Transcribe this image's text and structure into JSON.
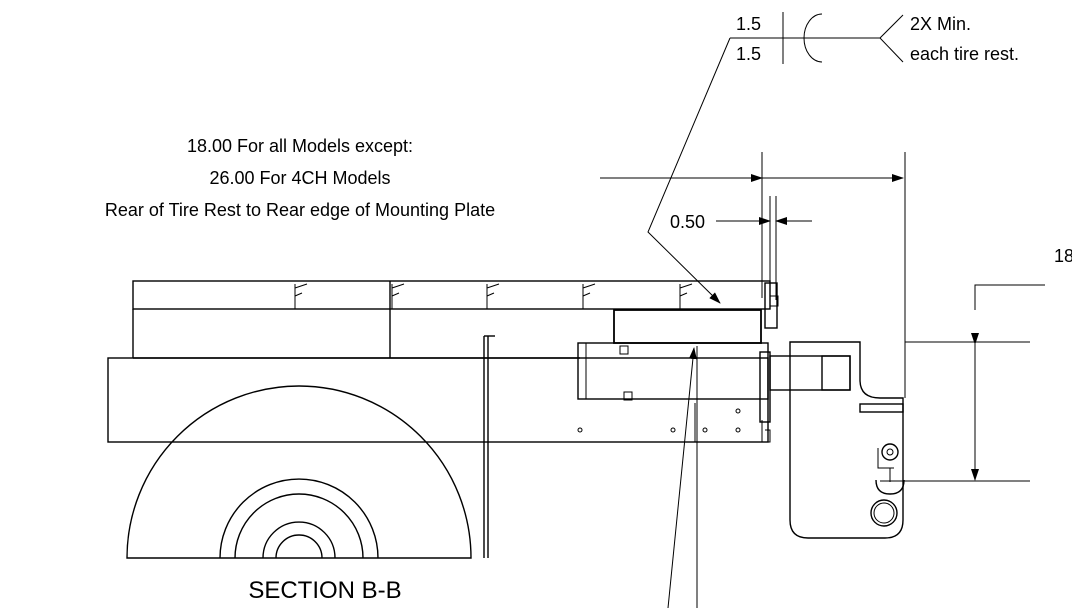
{
  "weld_symbol": {
    "top_value": "1.5",
    "bottom_value": "1.5",
    "note_line1": "2X Min.",
    "note_line2": "each tire rest."
  },
  "dimension_note": {
    "line1": "18.00 For all Models except:",
    "line2": "26.00 For 4CH Models",
    "line3": "Rear of Tire Rest to Rear edge of Mounting Plate"
  },
  "gap_dimension": "0.50",
  "right_dimension_partial": "18",
  "section_label": "SECTION B-B"
}
